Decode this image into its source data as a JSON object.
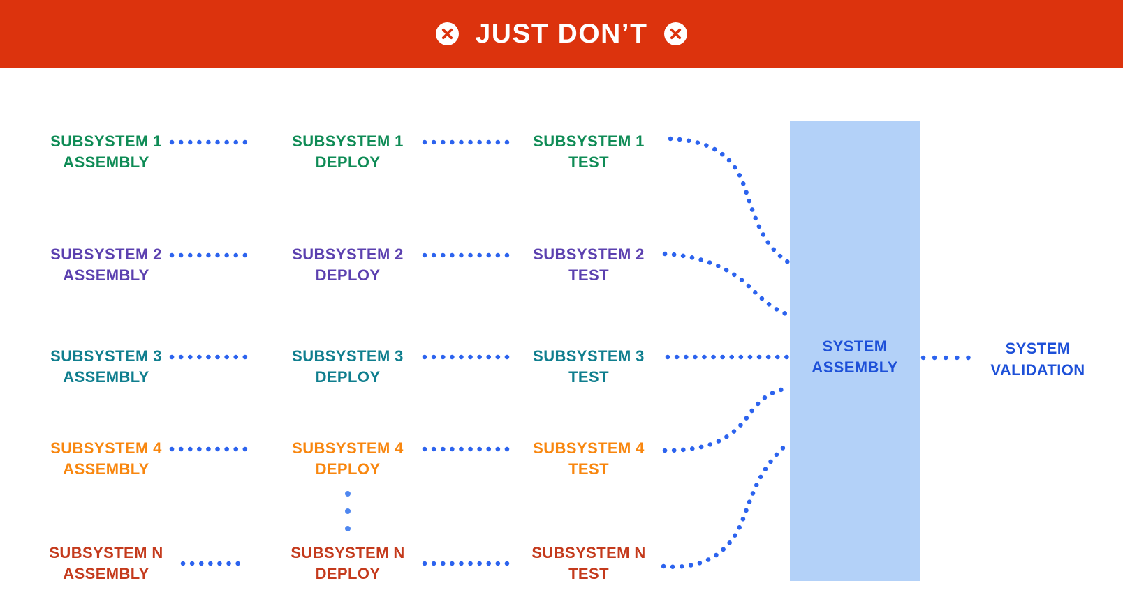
{
  "banner": {
    "title": "JUST DON’T",
    "bg_color": "#dc330d",
    "icon": "circle-x-icon"
  },
  "columns": [
    "ASSEMBLY",
    "DEPLOY",
    "TEST"
  ],
  "rows": [
    {
      "name": "SUBSYSTEM 1",
      "color": "#0e8b55"
    },
    {
      "name": "SUBSYSTEM 2",
      "color": "#5b40af"
    },
    {
      "name": "SUBSYSTEM 3",
      "color": "#0f7e8e"
    },
    {
      "name": "SUBSYSTEM 4",
      "color": "#f8860e"
    },
    {
      "name": "SUBSYSTEM N",
      "color": "#c43a1c"
    }
  ],
  "assembly_box": {
    "line1": "SYSTEM",
    "line2": "ASSEMBLY",
    "fill": "#b3d1f8",
    "text_color": "#1d50d8"
  },
  "validation": {
    "line1": "SYSTEM",
    "line2": "VALIDATION",
    "text_color": "#1d50d8"
  },
  "connector_color": "#2c63ee",
  "ellipsis_color": "#4f87f0"
}
